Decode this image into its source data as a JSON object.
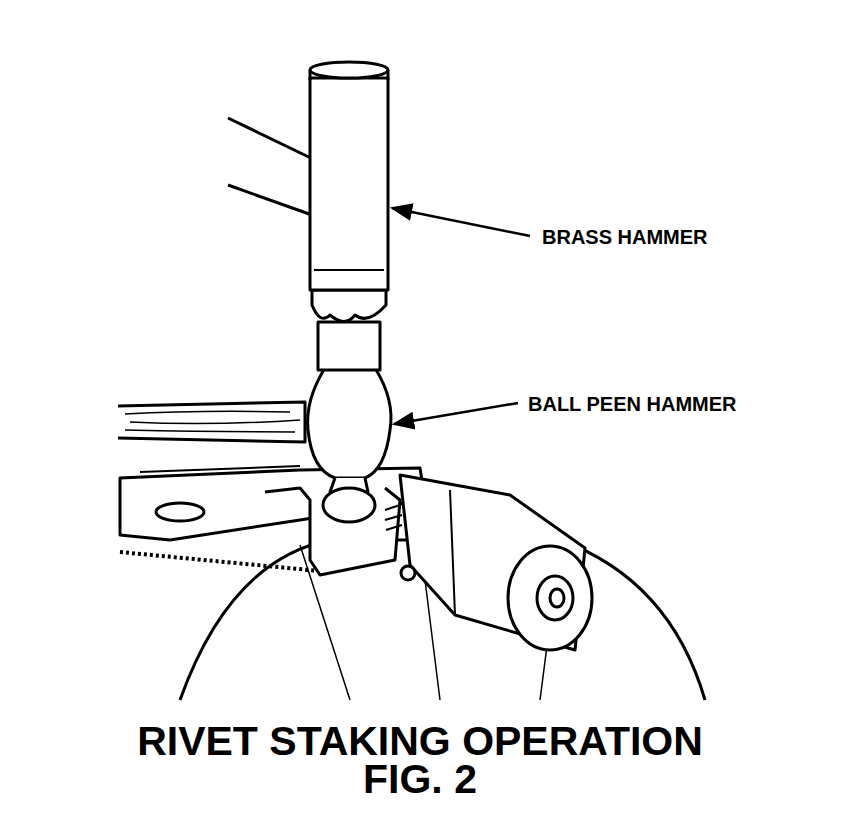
{
  "diagram": {
    "caption": "RIVET STAKING OPERATION FIG. 2",
    "labels": [
      "BRASS HAMMER",
      "BALL PEEN HAMMER"
    ]
  }
}
